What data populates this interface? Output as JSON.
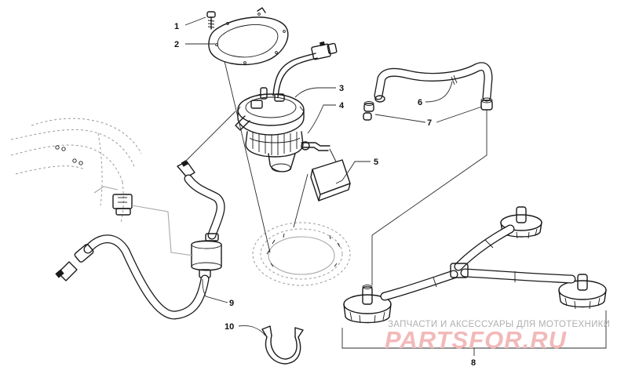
{
  "callouts": [
    {
      "label": "1"
    },
    {
      "label": "2"
    },
    {
      "label": "3"
    },
    {
      "label": "4"
    },
    {
      "label": "5"
    },
    {
      "label": "6"
    },
    {
      "label": "7"
    },
    {
      "label": "8"
    },
    {
      "label": "9"
    },
    {
      "label": "10"
    }
  ],
  "watermark": {
    "tagline": "ЗАПЧАСТИ И АКСЕССУАРЫ ДЛЯ МОТОТЕХНИКИ",
    "brand": "PARTSFOR.RU",
    "brand_color": "#f2b9b9"
  },
  "colors": {
    "line": "#1a1a1a",
    "ghost": "#9a9a9a",
    "background": "#ffffff"
  }
}
